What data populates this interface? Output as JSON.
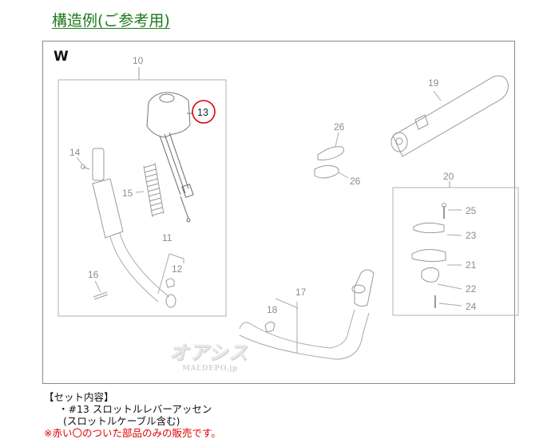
{
  "header": {
    "title": "構造例(ご参考用)"
  },
  "diagram": {
    "section_label": "W",
    "highlight_color": "#e00000",
    "title_color": "#1a7a1a",
    "callouts": {
      "c10": "10",
      "c11": "11",
      "c12": "12",
      "c13": "13",
      "c14": "14",
      "c15": "15",
      "c16": "16",
      "c17": "17",
      "c18": "18",
      "c19": "19",
      "c20": "20",
      "c21": "21",
      "c22": "22",
      "c23": "23",
      "c24": "24",
      "c25": "25",
      "c26a": "26",
      "c26b": "26"
    },
    "highlighted_part": "13"
  },
  "watermark": {
    "logo": "オアシス",
    "sub": "MALDEPO.jp"
  },
  "set_contents": {
    "heading": "【セット内容】",
    "item_line1": "・#13 スロットルレバーアッセン",
    "item_line2": "(スロットルケーブル含む)",
    "note": "※赤い〇のついた部品のみの販売です。"
  }
}
